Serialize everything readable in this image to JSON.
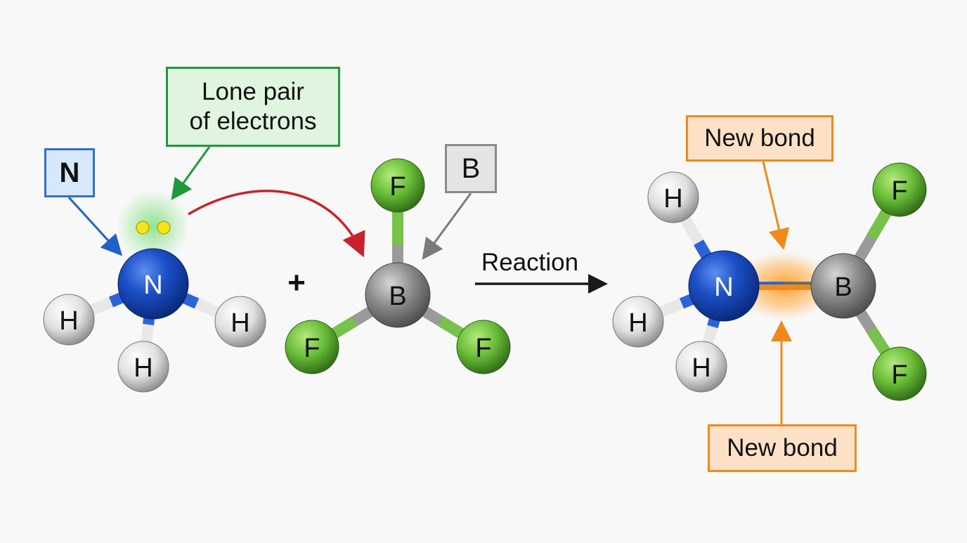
{
  "callouts": {
    "lone_pair": [
      "Lone pair",
      "of electrons"
    ],
    "nitrogen": "N",
    "boron": "B",
    "new_bond_top": "New bond",
    "new_bond_bottom": "New bond"
  },
  "reaction_label": "Reaction",
  "plus": "+",
  "ammonia": {
    "central": "N",
    "hydrogens": [
      "H",
      "H",
      "H"
    ]
  },
  "bf3": {
    "central": "B",
    "fluorines": [
      "F",
      "F",
      "F"
    ]
  },
  "product": {
    "nitrogen": "N",
    "boron": "B",
    "hydrogens": [
      "H",
      "H",
      "H"
    ],
    "fluorines": [
      "F",
      "F"
    ]
  },
  "colors": {
    "nitrogen": "#1b4fc7",
    "boron": "#8c8c8c",
    "fluorine": "#6cbf3a",
    "hydrogen": "#e6e6e6",
    "lone_pair_dots": "#f2e51e",
    "lone_pair_arrow": "#1d9a3a",
    "electron_arrow": "#c8232c",
    "new_bond": "#ef8a1a"
  }
}
